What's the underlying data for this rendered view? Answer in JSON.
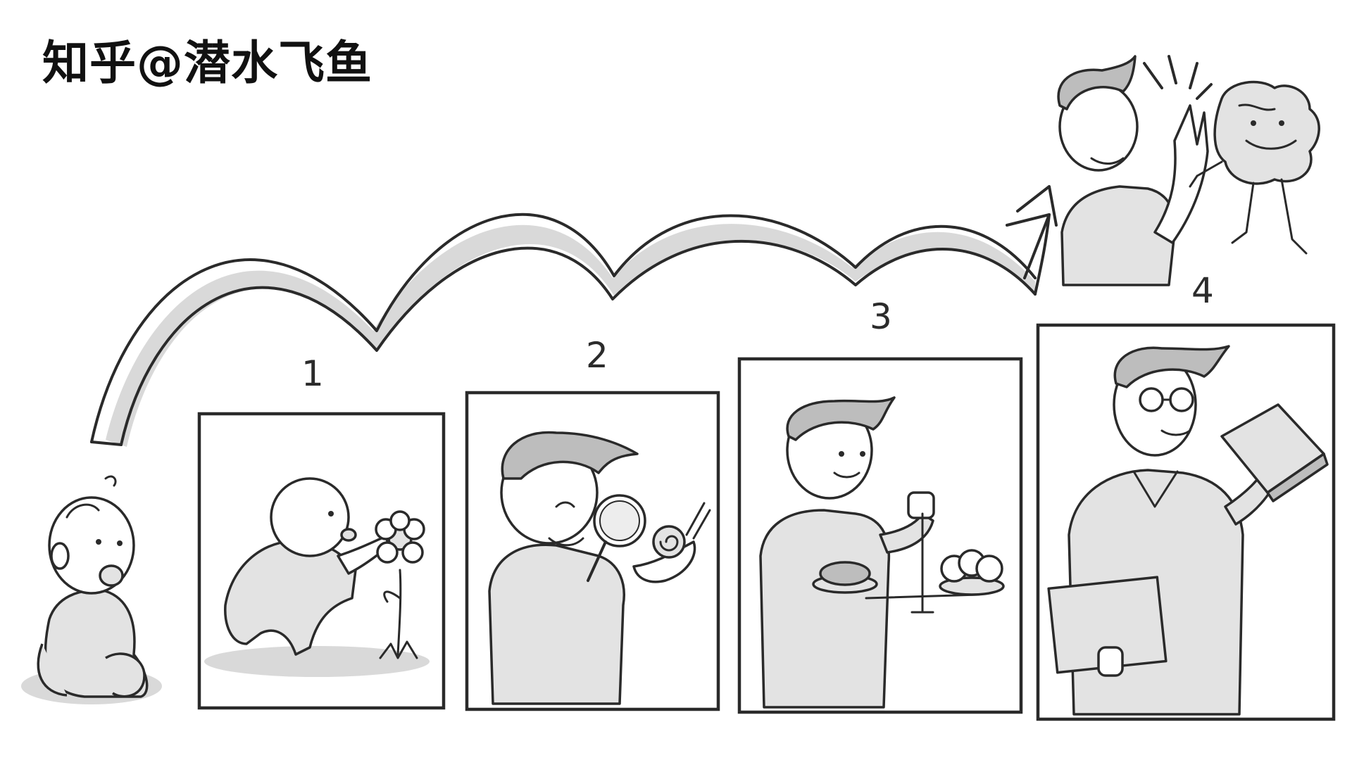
{
  "watermark": "知乎@潜水飞鱼",
  "stages": [
    {
      "number": "1"
    },
    {
      "number": "2"
    },
    {
      "number": "3"
    },
    {
      "number": "4"
    }
  ],
  "icons": [
    "baby-with-pacifier",
    "crawling-baby-and-flower",
    "boy-with-magnifying-glass-and-snail",
    "teen-with-balance-scale",
    "adult-with-glasses-and-book",
    "man-high-fiving-brain",
    "growth-arrow"
  ]
}
